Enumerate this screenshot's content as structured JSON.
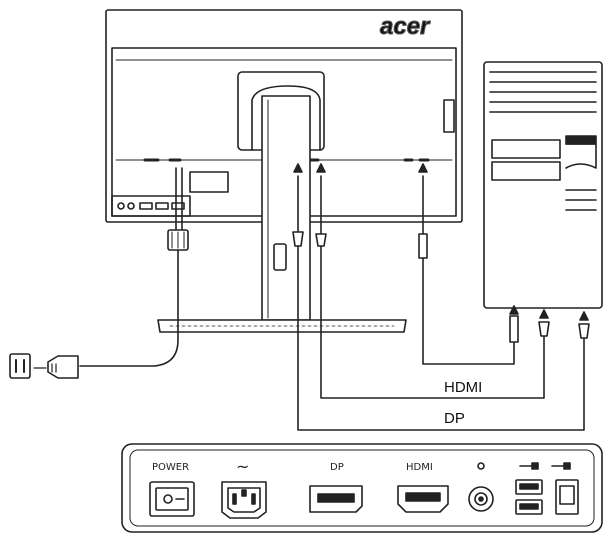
{
  "monitor": {
    "brand": "acer"
  },
  "cables": {
    "hdmi_label": "HDMI",
    "dp_label": "DP"
  },
  "port_panel": {
    "power_label": "POWER",
    "ac_label": "~",
    "dp_label": "DP",
    "hdmi_label": "HDMI",
    "audio_icon": "headphone-dot-icon",
    "usb_icon": "usb-icon"
  }
}
